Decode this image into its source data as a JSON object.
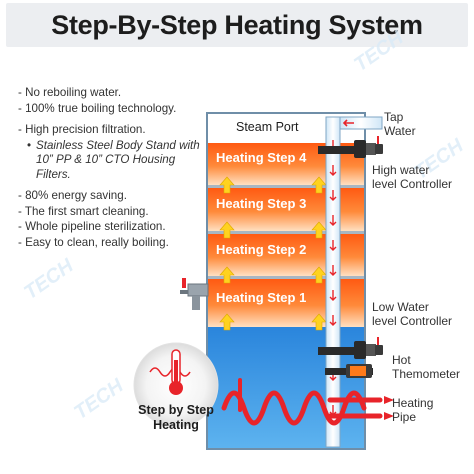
{
  "title": "Step-By-Step Heating System",
  "features": [
    "- No reboiling water.",
    "- 100% true boiling technology.",
    "- High precision filtration.",
    "Stainless Steel Body Stand with 10” PP & 10” CTO Housing Filters.",
    "- 80% energy saving.",
    "- The first smart cleaning.",
    "- Whole pipeline sterilization.",
    "- Easy to clean, really boiling."
  ],
  "tank": {
    "steam_port": "Steam Port",
    "steps": [
      "Heating Step 4",
      "Heating Step 3",
      "Heating Step 2",
      "Heating Step 1"
    ]
  },
  "labels": {
    "tap_water": "Tap\nWater",
    "high_water": "High water\nlevel Controller",
    "low_water": "Low Water\nlevel Controller",
    "hot_thermometer": "Hot\nThemometer",
    "heating_pipe": "Heating\nPipe"
  },
  "badge": {
    "label": "Step by Step\nHeating",
    "icon": "thermometer-icon"
  },
  "watermark": "TECH",
  "colors": {
    "water": "#2f8fe0",
    "heat_top": "#ff6a1a",
    "heat_bottom": "#ffd2a0",
    "arrow": "#ffd21f",
    "pipe_red": "#e8242a"
  }
}
